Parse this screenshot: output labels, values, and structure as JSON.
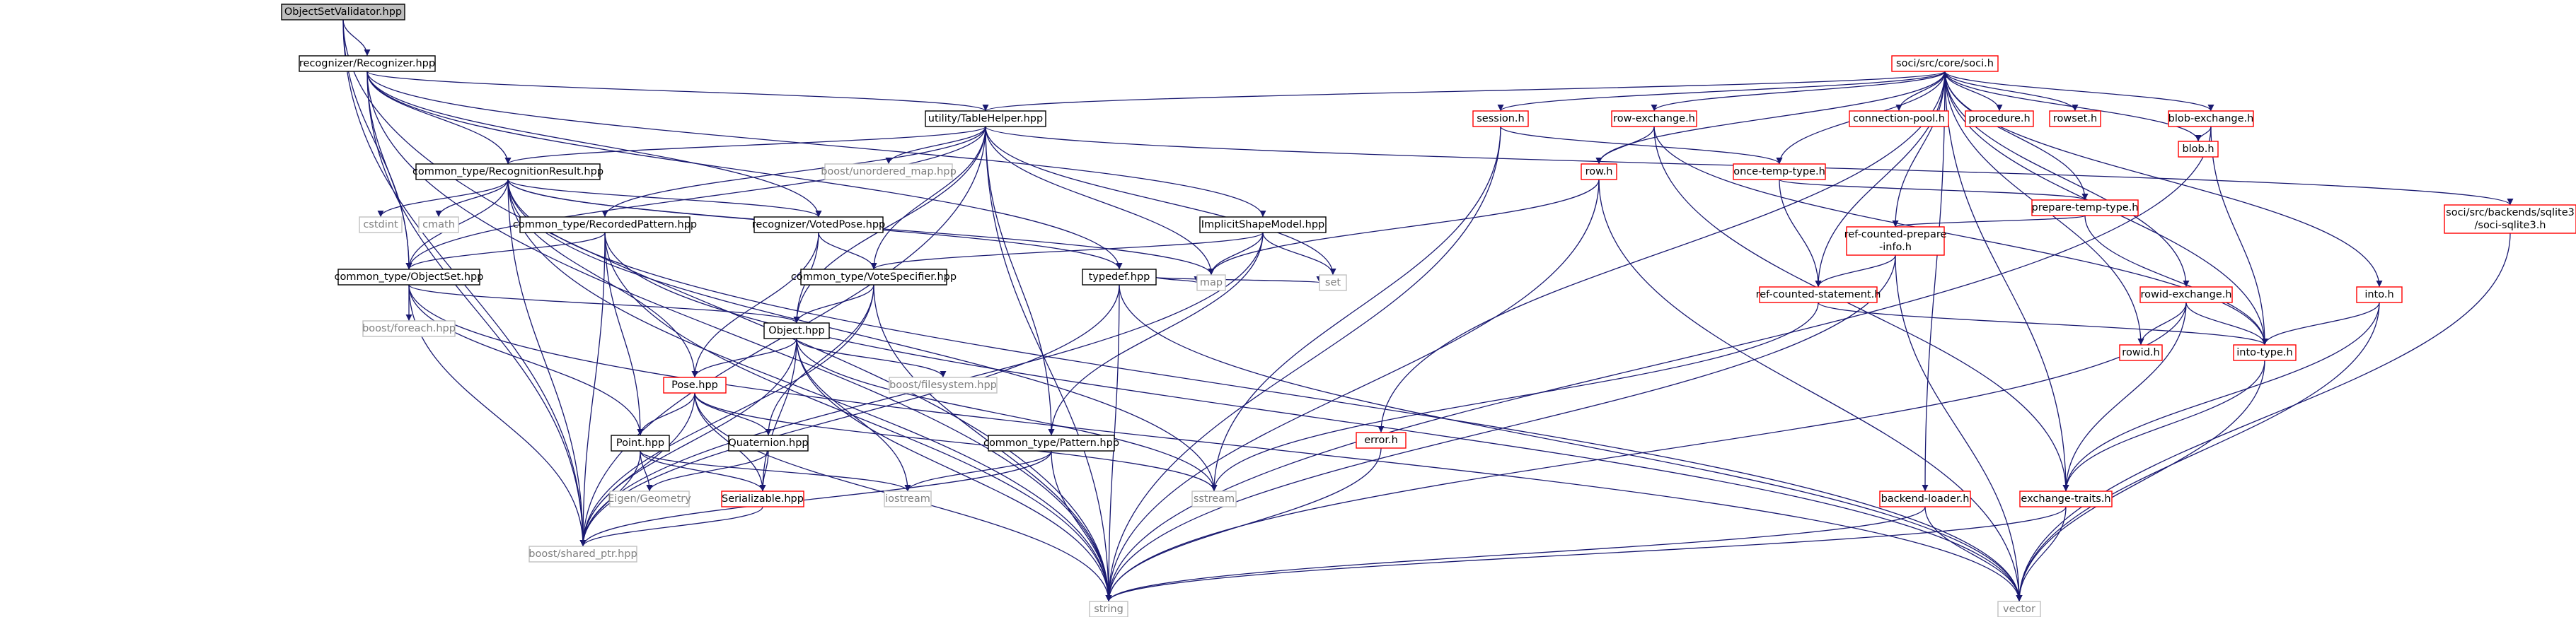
{
  "colors": {
    "edge": "#191970",
    "root_fill": "#bfbfbf",
    "normal_border": "#000000",
    "system_border": "#c0c0c0",
    "missing_border": "#ff0000",
    "system_text": "#7f7f7f"
  },
  "nodes": [
    {
      "id": "osv",
      "label": "ObjectSetValidator.hpp",
      "kind": "root"
    },
    {
      "id": "rec",
      "label": "recognizer/Recognizer.hpp",
      "kind": "normal"
    },
    {
      "id": "tbl",
      "label": "utility/TableHelper.hpp",
      "kind": "normal"
    },
    {
      "id": "rr",
      "label": "common_type/RecognitionResult.hpp",
      "kind": "normal"
    },
    {
      "id": "ush",
      "label": "boost/unordered_map.hpp",
      "kind": "sys"
    },
    {
      "id": "cstdint",
      "label": "cstdint",
      "kind": "sys"
    },
    {
      "id": "cmath",
      "label": "cmath",
      "kind": "sys"
    },
    {
      "id": "recpat",
      "label": "common_type/RecordedPattern.hpp",
      "kind": "normal"
    },
    {
      "id": "vpose",
      "label": "recognizer/VotedPose.hpp",
      "kind": "normal"
    },
    {
      "id": "ism",
      "label": "ImplicitShapeModel.hpp",
      "kind": "normal"
    },
    {
      "id": "oset",
      "label": "common_type/ObjectSet.hpp",
      "kind": "normal"
    },
    {
      "id": "vspec",
      "label": "common_type/VoteSpecifier.hpp",
      "kind": "normal"
    },
    {
      "id": "tdef",
      "label": "typedef.hpp",
      "kind": "normal"
    },
    {
      "id": "map",
      "label": "map",
      "kind": "sys"
    },
    {
      "id": "set",
      "label": "set",
      "kind": "sys"
    },
    {
      "id": "feach",
      "label": "boost/foreach.hpp",
      "kind": "sys"
    },
    {
      "id": "obj",
      "label": "Object.hpp",
      "kind": "normal"
    },
    {
      "id": "bfs",
      "label": "boost/filesystem.hpp",
      "kind": "sys"
    },
    {
      "id": "pose",
      "label": "Pose.hpp",
      "kind": "red"
    },
    {
      "id": "quat",
      "label": "Quaternion.hpp",
      "kind": "normal"
    },
    {
      "id": "point",
      "label": "Point.hpp",
      "kind": "normal"
    },
    {
      "id": "pat",
      "label": "common_type/Pattern.hpp",
      "kind": "normal"
    },
    {
      "id": "eigen",
      "label": "Eigen/Geometry",
      "kind": "sys"
    },
    {
      "id": "ser",
      "label": "Serializable.hpp",
      "kind": "red"
    },
    {
      "id": "iostream",
      "label": "iostream",
      "kind": "sys"
    },
    {
      "id": "sstream",
      "label": "sstream",
      "kind": "sys"
    },
    {
      "id": "bsp",
      "label": "boost/shared_ptr.hpp",
      "kind": "sys"
    },
    {
      "id": "string",
      "label": "string",
      "kind": "sys"
    },
    {
      "id": "vector",
      "label": "vector",
      "kind": "sys"
    },
    {
      "id": "soci",
      "label": "soci/src/core/soci.h",
      "kind": "red"
    },
    {
      "id": "session",
      "label": "session.h",
      "kind": "red"
    },
    {
      "id": "rowex",
      "label": "row-exchange.h",
      "kind": "red"
    },
    {
      "id": "cpool",
      "label": "connection-pool.h",
      "kind": "red"
    },
    {
      "id": "proc",
      "label": "procedure.h",
      "kind": "red"
    },
    {
      "id": "rowset",
      "label": "rowset.h",
      "kind": "red"
    },
    {
      "id": "blobex",
      "label": "blob-exchange.h",
      "kind": "red"
    },
    {
      "id": "blob",
      "label": "blob.h",
      "kind": "red"
    },
    {
      "id": "row",
      "label": "row.h",
      "kind": "red"
    },
    {
      "id": "ott",
      "label": "once-temp-type.h",
      "kind": "red"
    },
    {
      "id": "ptt",
      "label": "prepare-temp-type.h",
      "kind": "red"
    },
    {
      "id": "rcpi",
      "label": "ref-counted-prepare\n-info.h",
      "kind": "red"
    },
    {
      "id": "rcs",
      "label": "ref-counted-statement.h",
      "kind": "red"
    },
    {
      "id": "rowidex",
      "label": "rowid-exchange.h",
      "kind": "red"
    },
    {
      "id": "rowid",
      "label": "rowid.h",
      "kind": "red"
    },
    {
      "id": "intotype",
      "label": "into-type.h",
      "kind": "red"
    },
    {
      "id": "into",
      "label": "into.h",
      "kind": "red"
    },
    {
      "id": "sqlite",
      "label": "soci/src/backends/sqlite3\n/soci-sqlite3.h",
      "kind": "red"
    },
    {
      "id": "error",
      "label": "error.h",
      "kind": "red"
    },
    {
      "id": "bload",
      "label": "backend-loader.h",
      "kind": "red"
    },
    {
      "id": "extr",
      "label": "exchange-traits.h",
      "kind": "red"
    }
  ],
  "edges": [
    [
      "osv",
      "rec"
    ],
    [
      "osv",
      "oset"
    ],
    [
      "osv",
      "bsp"
    ],
    [
      "osv",
      "string"
    ],
    [
      "rec",
      "tbl"
    ],
    [
      "rec",
      "rr"
    ],
    [
      "rec",
      "vpose"
    ],
    [
      "rec",
      "ism"
    ],
    [
      "rec",
      "oset"
    ],
    [
      "rec",
      "tdef"
    ],
    [
      "rec",
      "bsp"
    ],
    [
      "rec",
      "string"
    ],
    [
      "tbl",
      "rr"
    ],
    [
      "tbl",
      "recpat"
    ],
    [
      "tbl",
      "ush"
    ],
    [
      "tbl",
      "soci"
    ],
    [
      "tbl",
      "sqlite"
    ],
    [
      "tbl",
      "oset"
    ],
    [
      "tbl",
      "vspec"
    ],
    [
      "tbl",
      "pat"
    ],
    [
      "tbl",
      "map"
    ],
    [
      "tbl",
      "set"
    ],
    [
      "tbl",
      "obj"
    ],
    [
      "tbl",
      "bsp"
    ],
    [
      "tbl",
      "string"
    ],
    [
      "rr",
      "cstdint"
    ],
    [
      "rr",
      "cmath"
    ],
    [
      "rr",
      "oset"
    ],
    [
      "rr",
      "vpose"
    ],
    [
      "rr",
      "tdef"
    ],
    [
      "rr",
      "pose"
    ],
    [
      "rr",
      "bsp"
    ],
    [
      "rr",
      "string"
    ],
    [
      "rr",
      "vector"
    ],
    [
      "rr",
      "map"
    ],
    [
      "rr",
      "sstream"
    ],
    [
      "recpat",
      "oset"
    ],
    [
      "recpat",
      "point"
    ],
    [
      "recpat",
      "bsp"
    ],
    [
      "recpat",
      "string"
    ],
    [
      "recpat",
      "vector"
    ],
    [
      "vpose",
      "obj"
    ],
    [
      "vpose",
      "vspec"
    ],
    [
      "vpose",
      "pose"
    ],
    [
      "ism",
      "vspec"
    ],
    [
      "ism",
      "pat"
    ],
    [
      "ism",
      "map"
    ],
    [
      "ism",
      "set"
    ],
    [
      "ism",
      "bsp"
    ],
    [
      "oset",
      "obj"
    ],
    [
      "oset",
      "feach"
    ],
    [
      "oset",
      "point"
    ],
    [
      "oset",
      "bsp"
    ],
    [
      "oset",
      "vector"
    ],
    [
      "vspec",
      "obj"
    ],
    [
      "vspec",
      "string"
    ],
    [
      "vspec",
      "quat"
    ],
    [
      "vspec",
      "bsp"
    ],
    [
      "tdef",
      "map"
    ],
    [
      "tdef",
      "set"
    ],
    [
      "tdef",
      "bsp"
    ],
    [
      "tdef",
      "string"
    ],
    [
      "tdef",
      "vector"
    ],
    [
      "obj",
      "pose"
    ],
    [
      "obj",
      "bfs"
    ],
    [
      "obj",
      "ser"
    ],
    [
      "obj",
      "iostream"
    ],
    [
      "obj",
      "sstream"
    ],
    [
      "obj",
      "bsp"
    ],
    [
      "obj",
      "string"
    ],
    [
      "pose",
      "point"
    ],
    [
      "pose",
      "quat"
    ],
    [
      "pose",
      "ser"
    ],
    [
      "pose",
      "bsp"
    ],
    [
      "pose",
      "sstream"
    ],
    [
      "pose",
      "string"
    ],
    [
      "quat",
      "eigen"
    ],
    [
      "quat",
      "ser"
    ],
    [
      "point",
      "eigen"
    ],
    [
      "point",
      "ser"
    ],
    [
      "point",
      "iostream"
    ],
    [
      "point",
      "bsp"
    ],
    [
      "pat",
      "iostream"
    ],
    [
      "pat",
      "bsp"
    ],
    [
      "pat",
      "string"
    ],
    [
      "ser",
      "bsp"
    ],
    [
      "soci",
      "session"
    ],
    [
      "soci",
      "rowex"
    ],
    [
      "soci",
      "cpool"
    ],
    [
      "soci",
      "proc"
    ],
    [
      "soci",
      "rowset"
    ],
    [
      "soci",
      "blobex"
    ],
    [
      "soci",
      "blob"
    ],
    [
      "soci",
      "row"
    ],
    [
      "soci",
      "ott"
    ],
    [
      "soci",
      "ptt"
    ],
    [
      "soci",
      "rcpi"
    ],
    [
      "soci",
      "rcs"
    ],
    [
      "soci",
      "rowidex"
    ],
    [
      "soci",
      "rowid"
    ],
    [
      "soci",
      "intotype"
    ],
    [
      "soci",
      "into"
    ],
    [
      "soci",
      "error"
    ],
    [
      "soci",
      "bload"
    ],
    [
      "soci",
      "extr"
    ],
    [
      "session",
      "ott"
    ],
    [
      "session",
      "sstream"
    ],
    [
      "session",
      "string"
    ],
    [
      "rowex",
      "row"
    ],
    [
      "rowex",
      "intotype"
    ],
    [
      "rowex",
      "extr"
    ],
    [
      "blobex",
      "blob"
    ],
    [
      "blobex",
      "intotype"
    ],
    [
      "blobex",
      "string"
    ],
    [
      "row",
      "map"
    ],
    [
      "row",
      "string"
    ],
    [
      "row",
      "vector"
    ],
    [
      "ott",
      "rcs"
    ],
    [
      "ott",
      "ptt"
    ],
    [
      "ptt",
      "rcpi"
    ],
    [
      "ptt",
      "intotype"
    ],
    [
      "rcpi",
      "rcs"
    ],
    [
      "rcpi",
      "string"
    ],
    [
      "rcpi",
      "vector"
    ],
    [
      "rcs",
      "intotype"
    ],
    [
      "rcs",
      "sstream"
    ],
    [
      "rowidex",
      "rowid"
    ],
    [
      "rowidex",
      "intotype"
    ],
    [
      "rowidex",
      "extr"
    ],
    [
      "rowidex",
      "string"
    ],
    [
      "into",
      "intotype"
    ],
    [
      "into",
      "extr"
    ],
    [
      "into",
      "vector"
    ],
    [
      "intotype",
      "extr"
    ],
    [
      "intotype",
      "vector"
    ],
    [
      "extr",
      "string"
    ],
    [
      "extr",
      "vector"
    ],
    [
      "error",
      "string"
    ],
    [
      "bload",
      "string"
    ],
    [
      "bload",
      "vector"
    ],
    [
      "sqlite",
      "vector"
    ]
  ]
}
